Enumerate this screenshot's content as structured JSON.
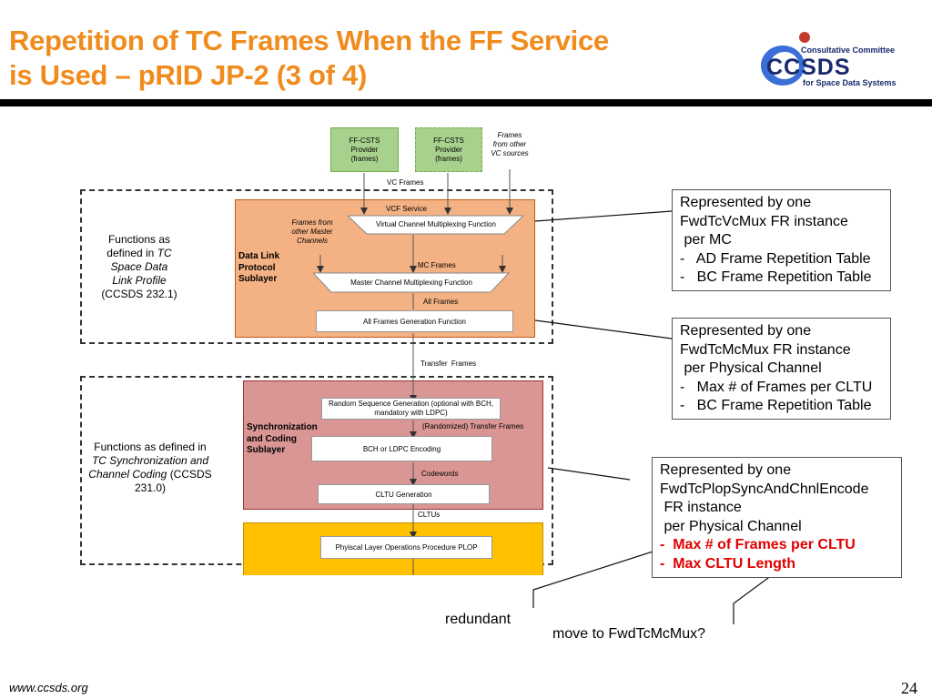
{
  "slide": {
    "title_line1": "Repetition of TC Frames When the FF Service",
    "title_line2": "is Used – pRID JP-2 (3 of 4)",
    "footer_url": "www.ccsds.org",
    "page_number": "24",
    "accent_color": "#f08b1d"
  },
  "logo": {
    "top_text": "Consultative Committee",
    "word": "CCSDS",
    "bottom_text": "for Space Data Systems"
  },
  "diagram": {
    "ff_csts_1": "FF-CSTS Provider (frames)",
    "ff_csts_2": "FF-CSTS Provider (frames)",
    "frames_other_vc": "Frames from other VC sources",
    "vc_frames": "VC Frames",
    "vcf_service": "VCF Service",
    "frames_other_master": "Frames from other Master Channels",
    "vc_mux": "Virtual Channel Multiplexing Function",
    "dl_sublayer": "Data Link Protocol Sublayer",
    "mc_frames": "MC Frames",
    "mc_mux": "Master Channel Multiplexing Function",
    "all_frames": "All Frames",
    "all_frames_gen": "All Frames Generation Function",
    "transfer_frames": "Transfer  Frames",
    "random_seq": "Random Sequence Generation (optional with BCH, mandatory with LDPC)",
    "randomized_tf": "(Randomized) Transfer Frames",
    "sc_sublayer": "Synchronization and Coding Sublayer",
    "bch_ldpc": "BCH or LDPC Encoding",
    "codewords": "Codewords",
    "cltu_gen": "CLTU Generation",
    "cltus": "CLTUs",
    "plop": "Phyiscal Layer Operations Procedure PLOP",
    "functions_tc_1": "Functions as",
    "functions_tc_2": "defined in",
    "functions_tc_3": "TC",
    "functions_tc_4": "Space Data",
    "functions_tc_5": "Link Profile",
    "functions_tc_6": "(CCSDS 232.1)",
    "functions_sc_1": "Functions as defined in",
    "functions_sc_2": "TC Synchronization and",
    "functions_sc_3": "Channel Coding",
    "functions_sc_4": "(CCSDS",
    "functions_sc_5": "231.0)"
  },
  "callouts": {
    "vcmux": {
      "line1": "Represented by one",
      "line2": "FwdTcVcMux FR instance",
      "line3": " per MC",
      "item1": "-   AD Frame Repetition Table",
      "item2": "-   BC Frame Repetition Table"
    },
    "mcmux": {
      "line1": "Represented by one",
      "line2": "FwdTcMcMux FR instance",
      "line3": " per Physical Channel",
      "item1": "-   Max # of Frames per CLTU",
      "item2": "-   BC Frame Repetition Table"
    },
    "plop": {
      "line1": "Represented by one",
      "line2": "FwdTcPlopSyncAndChnlEncode",
      "line3": " FR instance",
      "line4": " per Physical Channel",
      "dash1": "-",
      "item1": "Max # of Frames per CLTU",
      "dash2": "-",
      "item2": "Max CLTU Length"
    },
    "redundant": "redundant",
    "move_to": "move to FwdTcMcMux?"
  }
}
